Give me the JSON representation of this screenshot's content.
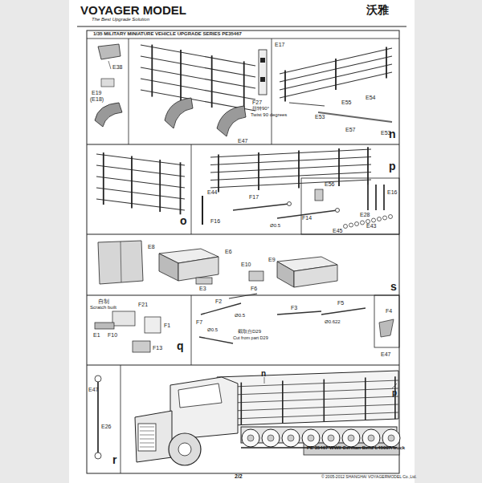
{
  "diagram": {
    "title": "1/35 MILITARY MINIATURE VEHICLE UPGRADE SERIES PE35467",
    "caption": "PE 35467 WWII German Benz L4500A truck",
    "labels": [
      "VOYAGER MODEL",
      "The Best Upgrade Solution",
      "沃雅",
      "E38",
      "E19",
      "(E18)",
      "E17",
      "F27",
      "扭转90°",
      "Twist 90 degrees",
      "E54",
      "E55",
      "E53",
      "E57",
      "E53",
      "n",
      "E47",
      "E44",
      "F16",
      "F17",
      "F14",
      "Ø0.5",
      "E56",
      "E16",
      "E28",
      "E43",
      "E45",
      "o",
      "p",
      "E8",
      "E6",
      "E10",
      "E9",
      "E3",
      "s",
      "自制",
      "Scratch built",
      "F21",
      "E1",
      "F10",
      "F1",
      "F13",
      "q",
      "F7",
      "F2",
      "F6",
      "Ø0.5",
      "Ø0.5",
      "截取自D29",
      "Cut from part D29",
      "F3",
      "F5",
      "Ø0.622",
      "F4",
      "E47",
      "E47",
      "E26",
      "r",
      "n",
      "p",
      "2/2",
      "© 2005-2012 SHANGHAI VOYAGERMODEL Co.,Ltd."
    ]
  }
}
